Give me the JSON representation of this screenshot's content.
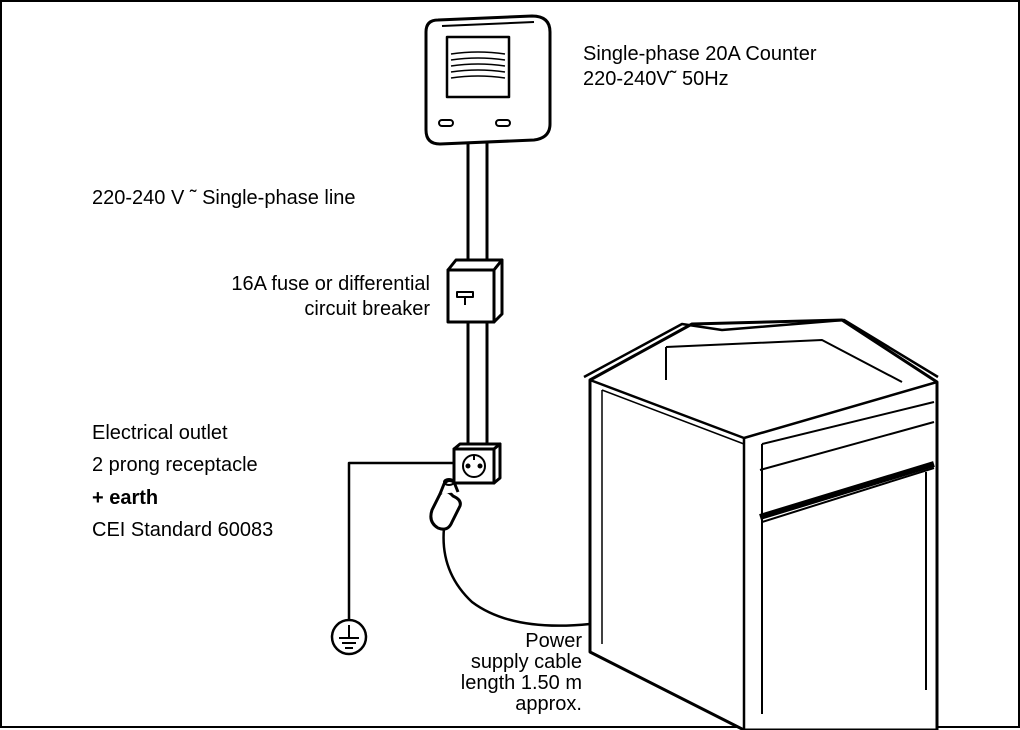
{
  "labels": {
    "counter_line1": "Single-phase 20A Counter",
    "counter_line2": "220-240V˜ 50Hz",
    "line_label": "220-240 V ˜ Single-phase line",
    "fuse_line1": "16A fuse or differential",
    "fuse_line2": "circuit breaker",
    "outlet_line1": "Electrical outlet",
    "outlet_line2": "2 prong receptacle",
    "outlet_line3": "+ earth",
    "outlet_line4": "CEI Standard 60083",
    "cable_line1": "Power",
    "cable_line2": "supply cable",
    "cable_line3": "length 1.50 m",
    "cable_line4": "approx."
  },
  "icons": [
    "meter-icon",
    "fuse-box-icon",
    "outlet-icon",
    "plug-icon",
    "earth-ground-icon",
    "oven-icon"
  ]
}
